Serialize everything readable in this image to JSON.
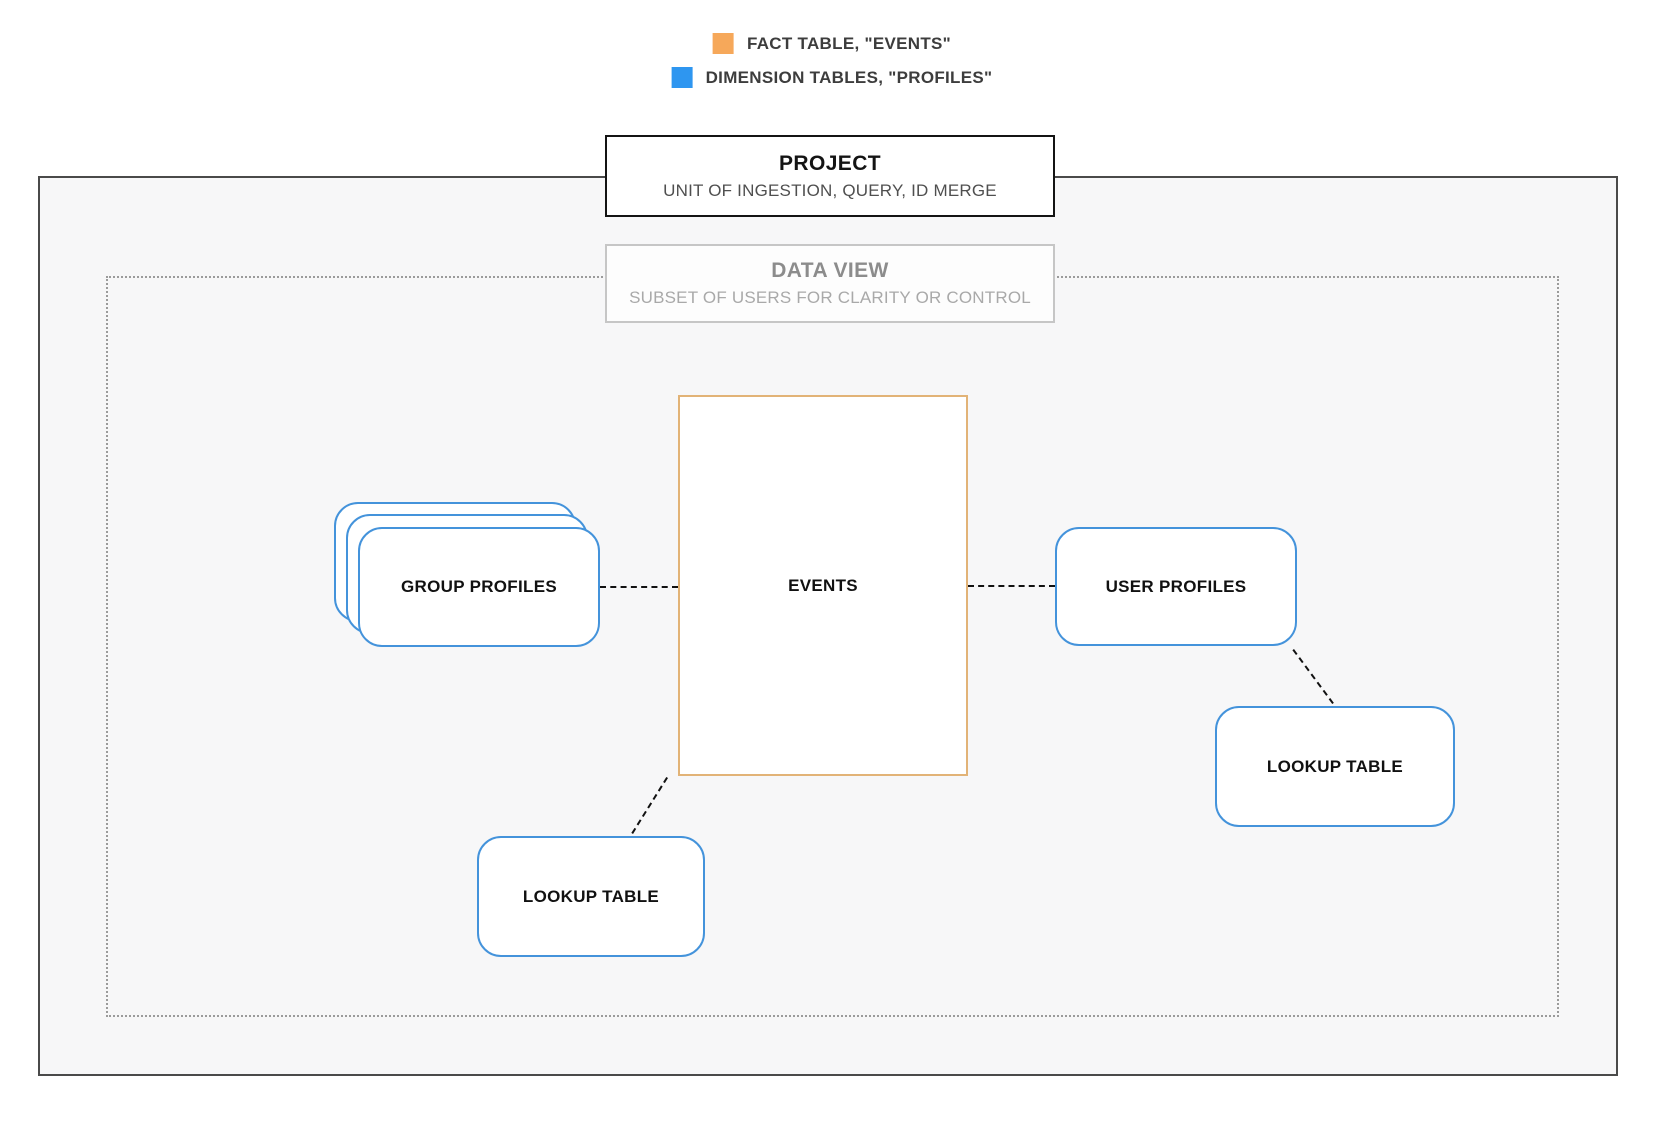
{
  "legend": {
    "items": [
      {
        "id": "fact",
        "label": "FACT TABLE, \"EVENTS\"",
        "color": "#F6A85A",
        "swatch": "orange-square"
      },
      {
        "id": "dimension",
        "label": "DIMENSION TABLES, \"PROFILES\"",
        "color": "#2E96F0",
        "swatch": "blue-square"
      }
    ]
  },
  "containers": {
    "project": {
      "title": "PROJECT",
      "subtitle": "UNIT OF INGESTION, QUERY, ID MERGE"
    },
    "data_view": {
      "title": "DATA VIEW",
      "subtitle": "SUBSET OF USERS FOR CLARITY OR CONTROL"
    }
  },
  "nodes": {
    "events": {
      "label": "EVENTS",
      "type": "fact"
    },
    "group_profiles": {
      "label": "GROUP PROFILES",
      "type": "dimension",
      "stacked_cards": 3
    },
    "user_profiles": {
      "label": "USER PROFILES",
      "type": "dimension"
    },
    "lookup_table_bottom": {
      "label": "LOOKUP TABLE",
      "type": "dimension"
    },
    "lookup_table_right": {
      "label": "LOOKUP TABLE",
      "type": "dimension"
    }
  },
  "edges": [
    {
      "from": "group_profiles",
      "to": "events",
      "style": "dashed"
    },
    {
      "from": "events",
      "to": "user_profiles",
      "style": "dashed"
    },
    {
      "from": "user_profiles",
      "to": "lookup_table_right",
      "style": "dashed"
    },
    {
      "from": "events",
      "to": "lookup_table_bottom",
      "style": "dashed"
    }
  ],
  "colors": {
    "fact_border_orange": "#E2B377",
    "dimension_border_blue": "#4493DB",
    "outer_border": "#4A4A4A",
    "outer_fill": "#F7F7F8",
    "dotted_border": "#9B9B9B",
    "connector": "#111111"
  }
}
